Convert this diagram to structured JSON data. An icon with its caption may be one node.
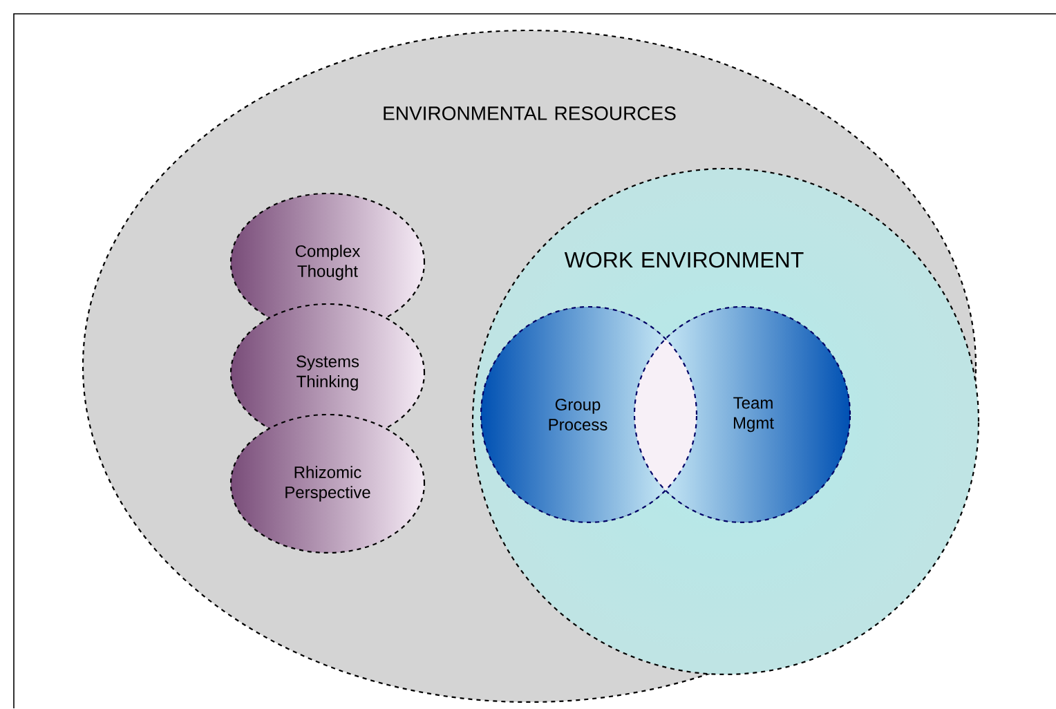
{
  "diagram": {
    "nodes": [
      {
        "text": [
          "ENVIRONMENTAL RESOURCES"
        ]
      },
      {
        "text": [
          "Complex Thought"
        ],
        "in": 0
      },
      {
        "text": [
          "Systems Thinking"
        ],
        "in": 0
      },
      {
        "text": [
          "Rhizomic Perspective"
        ],
        "in": 0
      },
      {
        "text": [
          "WORK ENVIRONMENT"
        ],
        "in": 0
      },
      {
        "text": [
          "Group Process"
        ],
        "in": 4
      },
      {
        "text": [
          "Team Mgmt"
        ],
        "in": 4
      }
    ]
  }
}
